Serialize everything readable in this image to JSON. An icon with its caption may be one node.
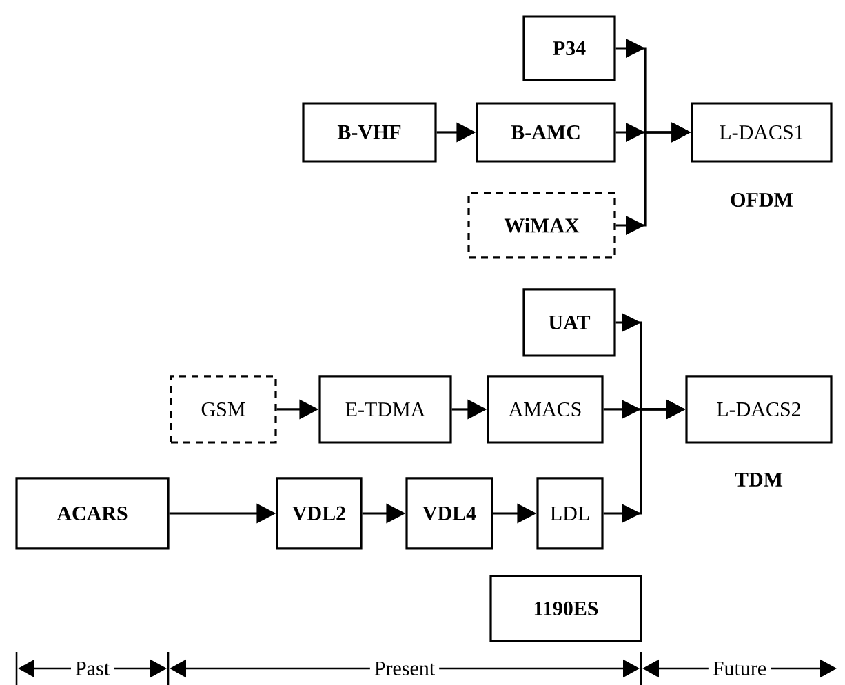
{
  "diagram": {
    "nodes": [
      {
        "text": [
          "P34"
        ]
      },
      {
        "text": [
          "B-VHF"
        ]
      },
      {
        "text": [
          "B-AMC"
        ]
      },
      {
        "text": [
          "WiMAX"
        ]
      },
      {
        "text": [
          "L-DACS1"
        ],
        "beside": [
          "OFDM"
        ]
      },
      {
        "text": [
          "UAT"
        ]
      },
      {
        "text": [
          "GSM"
        ]
      },
      {
        "text": [
          "E-TDMA"
        ]
      },
      {
        "text": [
          "AMACS"
        ]
      },
      {
        "text": [
          "L-DACS2"
        ],
        "beside": [
          "TDM"
        ]
      },
      {
        "text": [
          "ACARS"
        ]
      },
      {
        "text": [
          "VDL2"
        ]
      },
      {
        "text": [
          "VDL4"
        ]
      },
      {
        "text": [
          "LDL"
        ]
      },
      {
        "text": [
          "1190ES"
        ]
      }
    ],
    "edges": [
      {
        "from": 1,
        "to": 2,
        "arrow": "to"
      },
      {
        "from": 0,
        "to": 4,
        "arrow": "to"
      },
      {
        "from": 2,
        "to": 4,
        "arrow": "to"
      },
      {
        "from": 3,
        "to": 4,
        "arrow": "to"
      },
      {
        "from": 6,
        "to": 7,
        "arrow": "to"
      },
      {
        "from": 7,
        "to": 8,
        "arrow": "to"
      },
      {
        "from": 5,
        "to": 9,
        "arrow": "to"
      },
      {
        "from": 8,
        "to": 9,
        "arrow": "to"
      },
      {
        "from": 13,
        "to": 9,
        "arrow": "to"
      },
      {
        "from": 10,
        "to": 11,
        "arrow": "to"
      },
      {
        "from": 11,
        "to": 12,
        "arrow": "to"
      },
      {
        "from": 12,
        "to": 13,
        "arrow": "to"
      }
    ],
    "labels": [
      "Past",
      "Present",
      "Future"
    ]
  }
}
